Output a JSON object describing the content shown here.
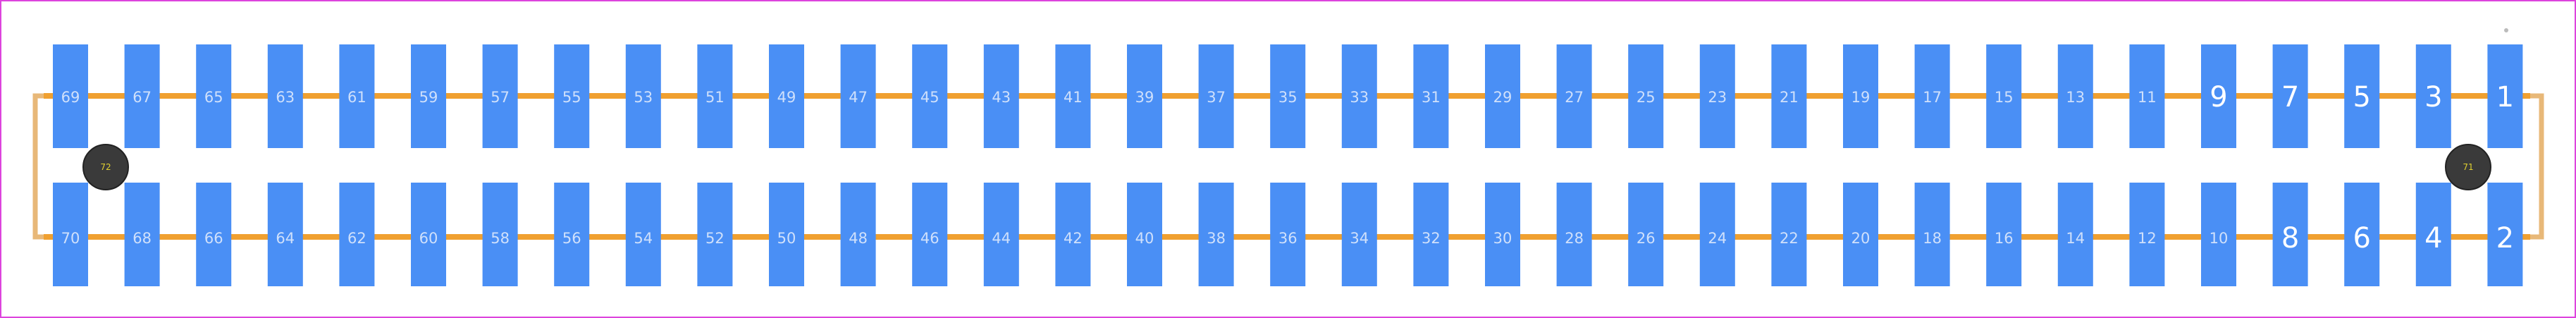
{
  "colors": {
    "background": "#ffffff",
    "frame": "#dd44dd",
    "pad": "#4a8ff5",
    "trace": "#f0a030",
    "outline": "#e8b878",
    "hole": "#3a3a3a",
    "hole_label": "#e0d030"
  },
  "pads": {
    "top": [
      "69",
      "67",
      "65",
      "63",
      "61",
      "59",
      "57",
      "55",
      "53",
      "51",
      "49",
      "47",
      "45",
      "43",
      "41",
      "39",
      "37",
      "35",
      "33",
      "31",
      "29",
      "27",
      "25",
      "23",
      "21",
      "19",
      "17",
      "15",
      "13",
      "11",
      "9",
      "7",
      "5",
      "3",
      "1"
    ],
    "bottom": [
      "70",
      "68",
      "66",
      "64",
      "62",
      "60",
      "58",
      "56",
      "54",
      "52",
      "50",
      "48",
      "46",
      "44",
      "42",
      "40",
      "38",
      "36",
      "34",
      "32",
      "30",
      "28",
      "26",
      "24",
      "22",
      "20",
      "18",
      "16",
      "14",
      "12",
      "10",
      "8",
      "6",
      "4",
      "2"
    ]
  },
  "holes": [
    {
      "label": "72"
    },
    {
      "label": "71"
    }
  ]
}
